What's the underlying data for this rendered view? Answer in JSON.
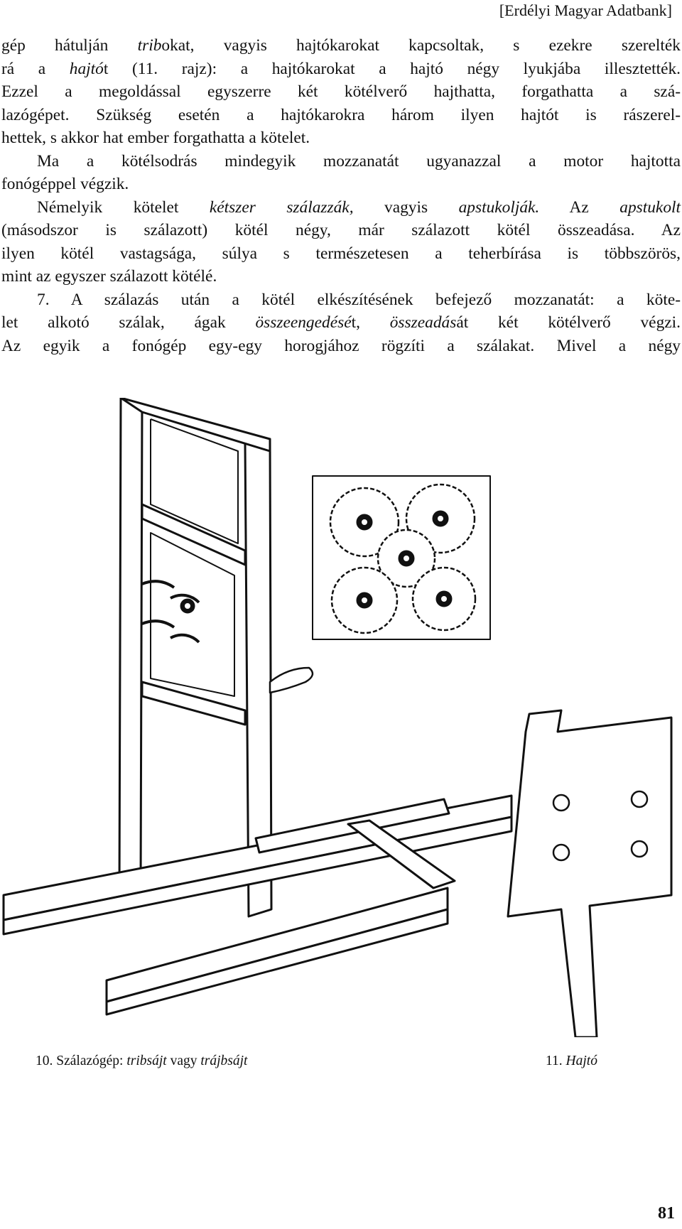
{
  "header": "[Erdélyi Magyar Adatbank]",
  "paragraphs": [
    [
      [
        {
          "t": "gép hátulján "
        },
        {
          "t": "trib",
          "i": true
        },
        {
          "t": "okat, vagyis hajtókarokat kapcsoltak, s ezekre szerelték"
        }
      ],
      [
        {
          "t": "rá a "
        },
        {
          "t": "hajtó",
          "i": true
        },
        {
          "t": "t (11. rajz): a hajtókarokat a hajtó négy lyukjába illesztették."
        }
      ],
      [
        {
          "t": "Ezzel a megoldással egyszerre két kötélverő hajthatta, forgathatta a szá-"
        }
      ],
      [
        {
          "t": "lazógépet. Szükség esetén a hajtókarokra három ilyen hajtót is rászerel-"
        }
      ],
      [
        {
          "t": "hettek, s akkor hat ember forgathatta a kötelet."
        }
      ]
    ],
    [
      [
        {
          "t": "Ma a kötélsodrás mindegyik mozzanatát ugyanazzal a motor hajtotta"
        }
      ],
      [
        {
          "t": "fonógéppel végzik."
        }
      ]
    ],
    [
      [
        {
          "t": "Némelyik kötelet "
        },
        {
          "t": "kétszer szálazzák,",
          "i": true
        },
        {
          "t": " vagyis "
        },
        {
          "t": "apstukolják.",
          "i": true
        },
        {
          "t": " Az "
        },
        {
          "t": "apstukolt",
          "i": true
        }
      ],
      [
        {
          "t": "(másodszor is szálazott) kötél négy, már szálazott kötél összeadása. Az"
        }
      ],
      [
        {
          "t": "ilyen kötél vastagsága, súlya s természetesen a teherbírása is többszörös,"
        }
      ],
      [
        {
          "t": "mint az egyszer szálazott kötélé."
        }
      ]
    ],
    [
      [
        {
          "t": "7. A szálazás után a kötél elkészítésének befejező mozzanatát: a köte-"
        }
      ],
      [
        {
          "t": "let alkotó szálak, ágak "
        },
        {
          "t": "összeengedésé",
          "i": true
        },
        {
          "t": "t, "
        },
        {
          "t": "összeadás",
          "i": true
        },
        {
          "t": "át két kötélverő végzi."
        }
      ],
      [
        {
          "t": "Az egyik a fonógép egy-egy horogjához rögzíti a szálakat. Mivel a négy"
        }
      ]
    ]
  ],
  "captions": {
    "left": [
      {
        "t": "10. Szálazógép: "
      },
      {
        "t": "tribsájt",
        "i": true
      },
      {
        "t": " vagy "
      },
      {
        "t": "trájbsájt",
        "i": true
      }
    ],
    "right": [
      {
        "t": "11. "
      },
      {
        "t": "Hajtó",
        "i": true
      }
    ]
  },
  "page_number": "81"
}
